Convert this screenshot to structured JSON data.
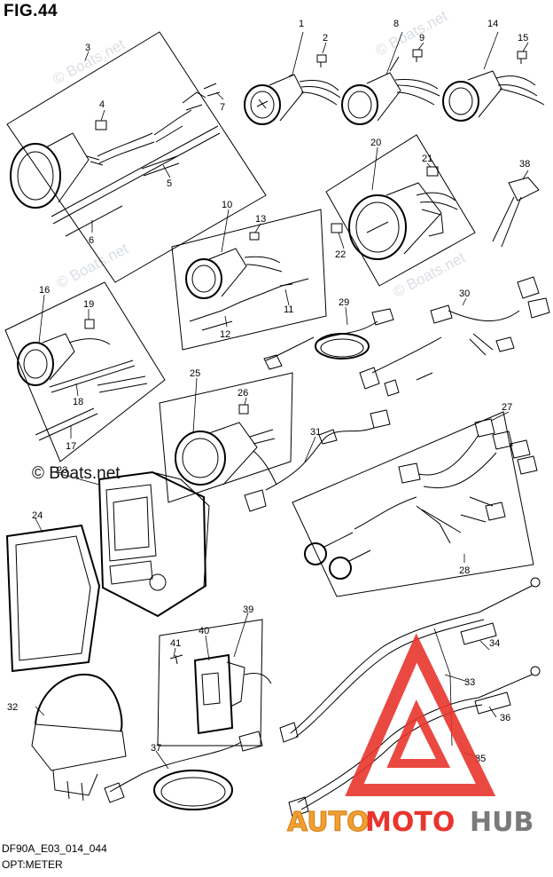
{
  "figure": {
    "title": "FIG.44",
    "code": "DF90A_E03_014_044",
    "name": "OPT:METER"
  },
  "watermark": {
    "copyright": "© Boats.net",
    "faint": "© Boats.net"
  },
  "logo": {
    "part1": "AUTO",
    "part2": "MOTO",
    "part3": "HUB",
    "accent_color": "#e8352d",
    "gray_color": "#7a7a7a",
    "orange_color": "#f0a030"
  },
  "callouts": [
    "1",
    "2",
    "3",
    "4",
    "5",
    "6",
    "7",
    "8",
    "9",
    "10",
    "11",
    "12",
    "13",
    "14",
    "15",
    "16",
    "17",
    "18",
    "19",
    "20",
    "21",
    "22",
    "23",
    "24",
    "25",
    "26",
    "27",
    "28",
    "29",
    "30",
    "31",
    "32",
    "33",
    "34",
    "35",
    "36",
    "37",
    "38",
    "39",
    "40",
    "41"
  ]
}
